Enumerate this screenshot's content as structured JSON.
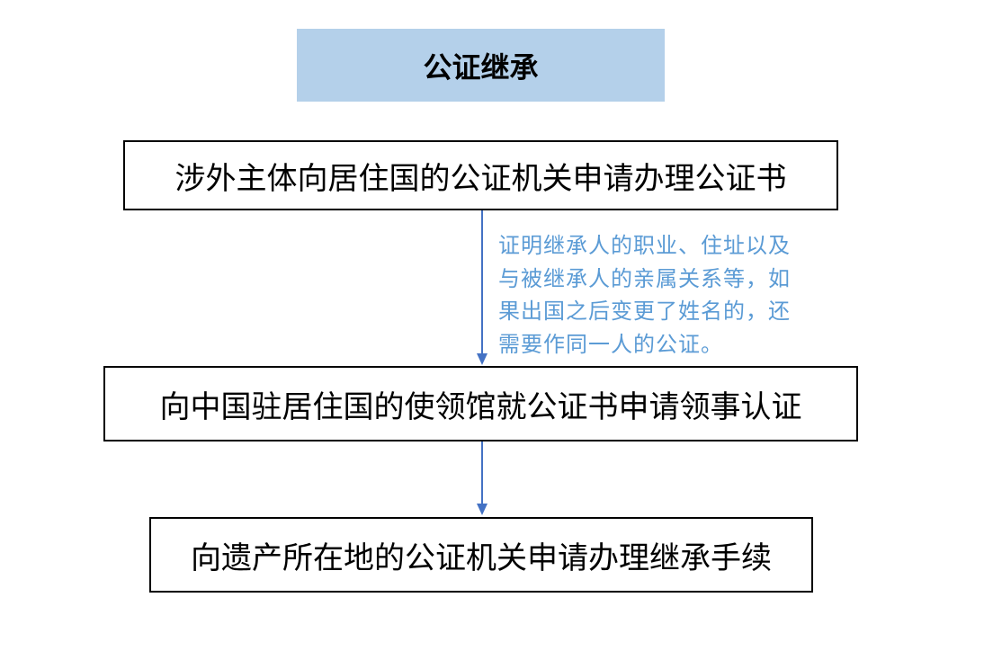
{
  "title": "公证继承",
  "steps": [
    {
      "label": "涉外主体向居住国的公证机关申请办理公证书"
    },
    {
      "label": "向中国驻居住国的使领馆就公证书申请领事认证"
    },
    {
      "label": "向遗产所在地的公证机关申请办理继承手续"
    }
  ],
  "note": {
    "lines": [
      "证明继承人的职业、住址以及",
      "与被继承人的亲属关系等，如",
      "果出国之后变更了姓名的，还",
      "需要作同一人的公证。"
    ]
  },
  "colors": {
    "title_bg": "#b4d0ea",
    "connector": "#4472c4",
    "note_text": "#5b9bd5"
  }
}
